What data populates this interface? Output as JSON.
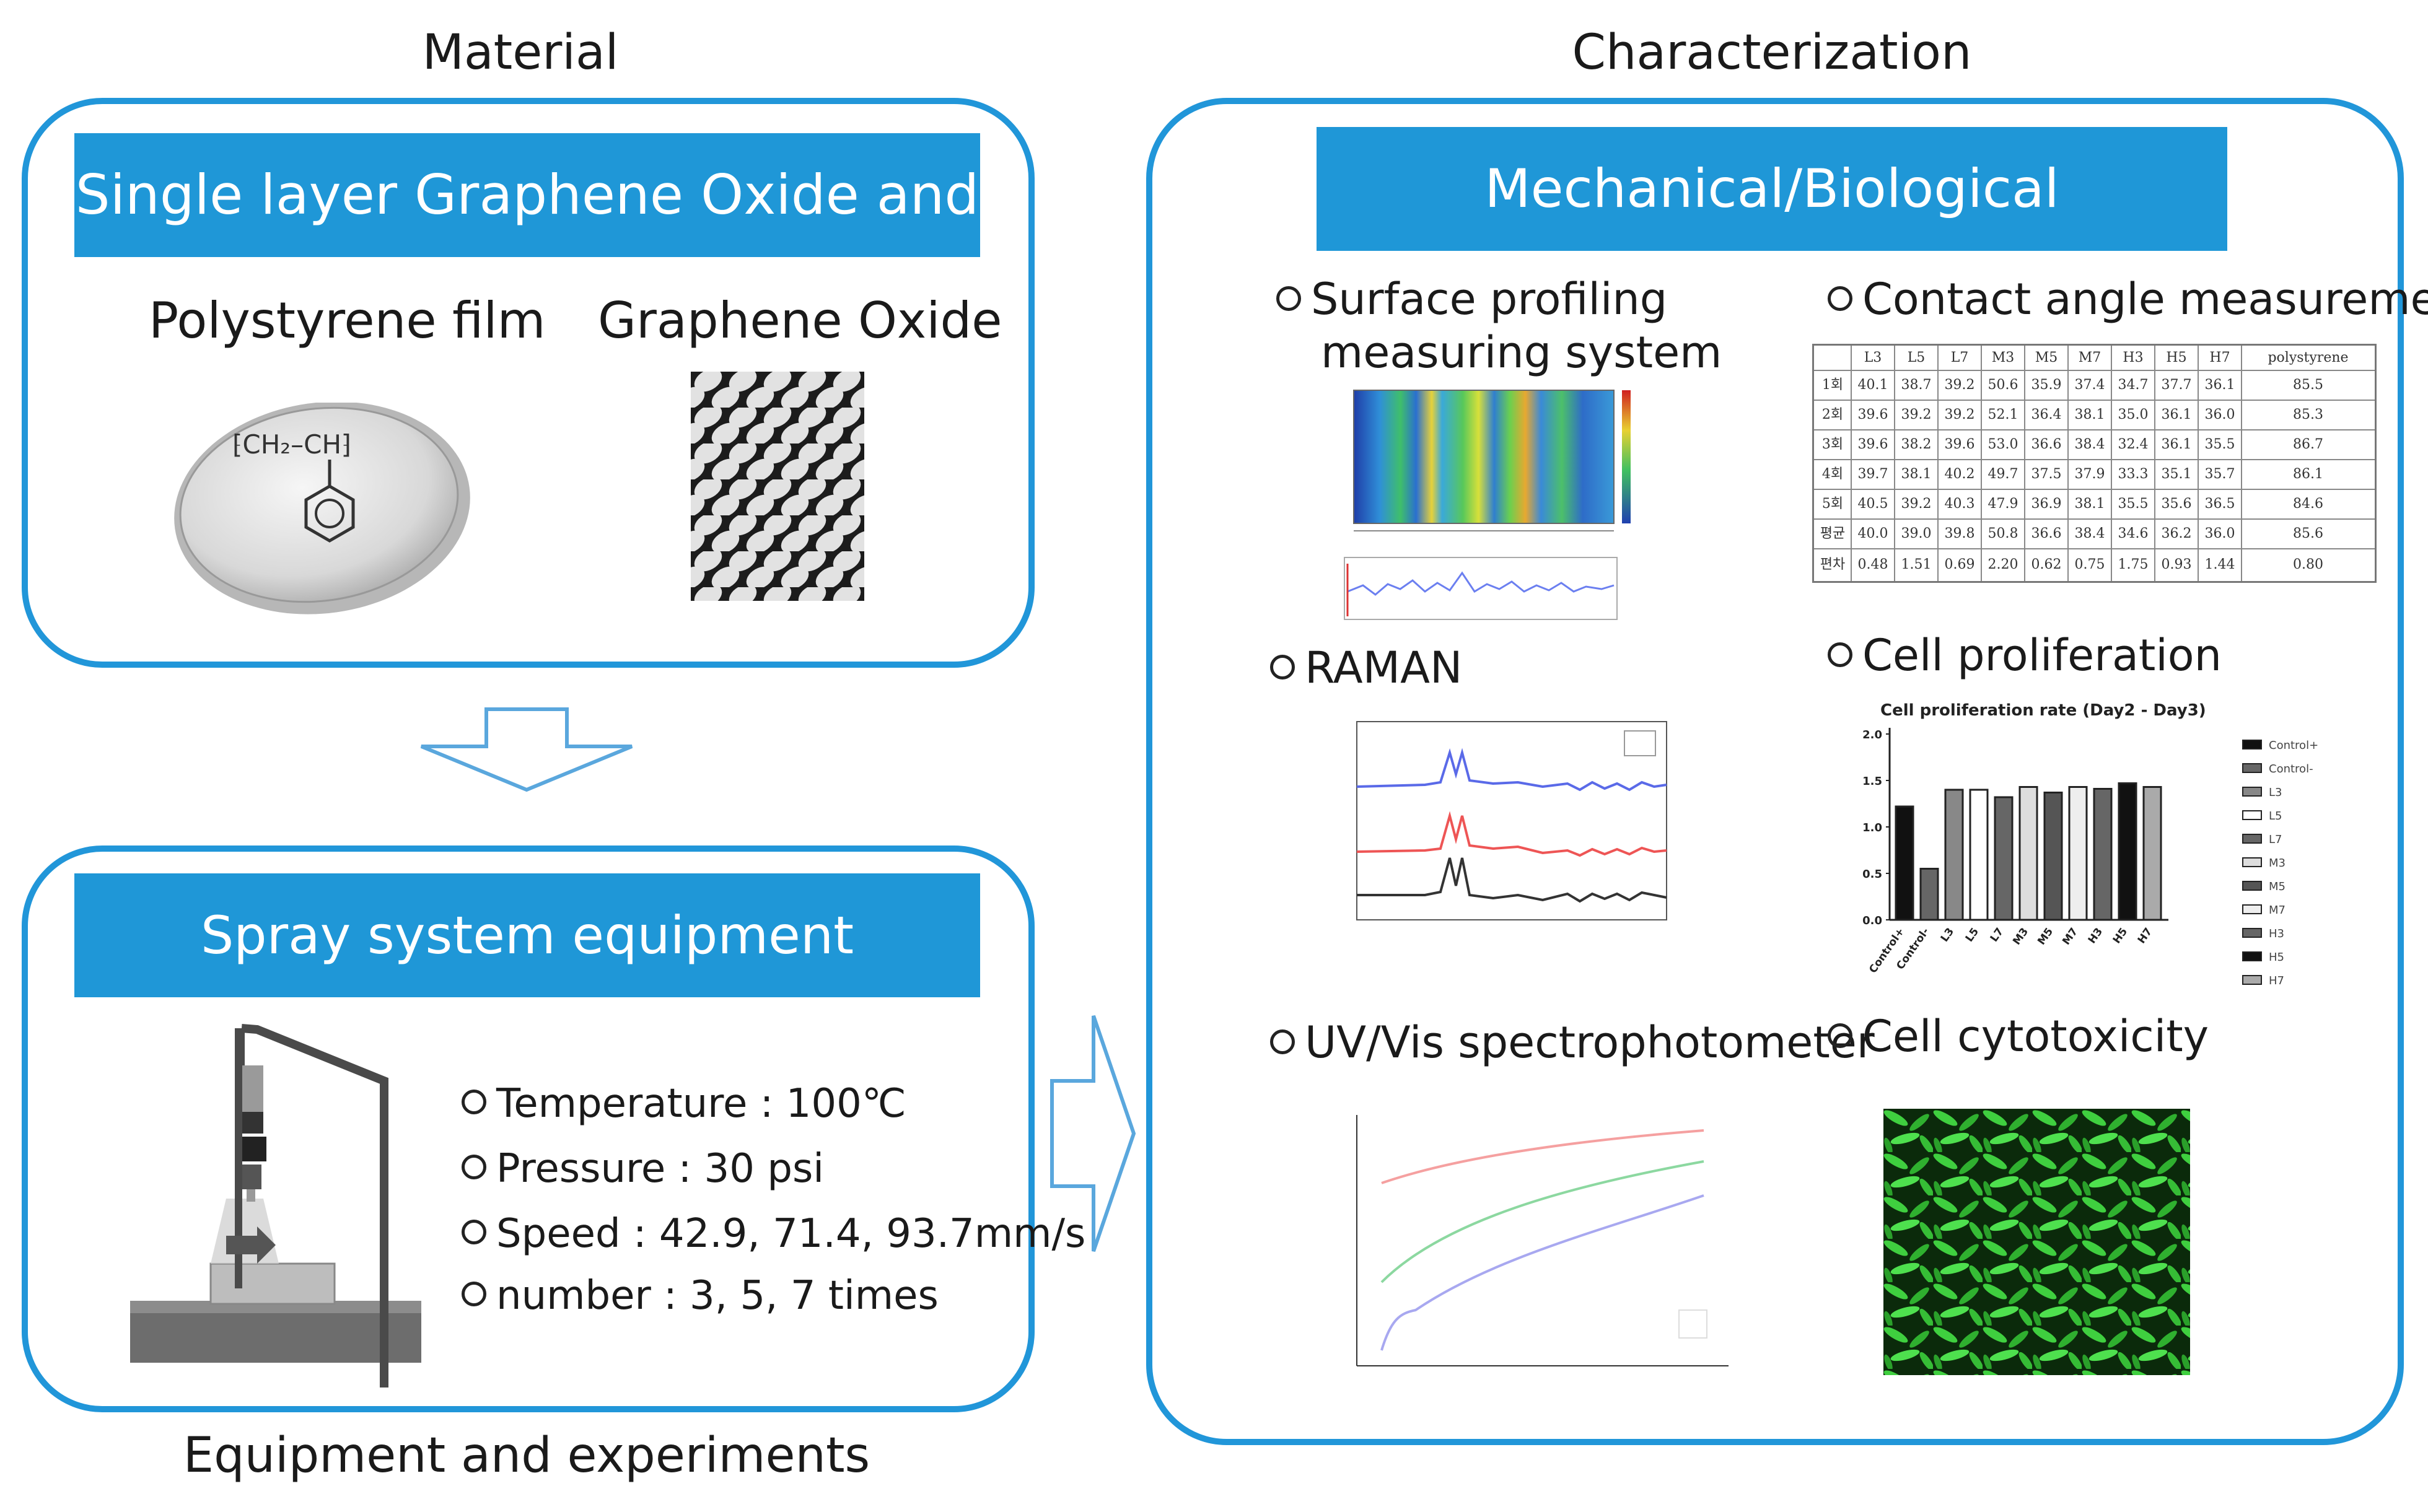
{
  "left": {
    "section_title": "Material",
    "material_banner": "Single layer Graphene Oxide and PS",
    "polystyrene_label": "Polystyrene film",
    "graphene_label": "Graphene Oxide",
    "polymer_formula": "⁅CH₂–CH⁆",
    "spray_banner": "Spray system equipment",
    "specs": [
      "Temperature : 100℃",
      "Pressure : 30 psi",
      "Speed : 42.9, 71.4, 93.7mm/s",
      "number : 3, 5, 7 times"
    ],
    "bottom_caption": "Equipment and experiments"
  },
  "right": {
    "section_title": "Characterization",
    "banner": "Mechanical/Biological characterization",
    "items": {
      "surface_line1": "Surface profiling",
      "surface_line2": "measuring system",
      "contact_angle": "Contact angle measurement",
      "raman": "RAMAN",
      "cell_proliferation": "Cell proliferation",
      "uv_vis": "UV/Vis spectrophotometer",
      "cell_cytotoxicity": "Cell cytotoxicity"
    },
    "contact_table": {
      "headers": [
        "",
        "L3",
        "L5",
        "L7",
        "M3",
        "M5",
        "M7",
        "H3",
        "H5",
        "H7",
        "polystyrene"
      ],
      "rows": [
        [
          "1회",
          "40.1",
          "38.7",
          "39.2",
          "50.6",
          "35.9",
          "37.4",
          "34.7",
          "37.7",
          "36.1",
          "85.5"
        ],
        [
          "2회",
          "39.6",
          "39.2",
          "39.2",
          "52.1",
          "36.4",
          "38.1",
          "35.0",
          "36.1",
          "36.0",
          "85.3"
        ],
        [
          "3회",
          "39.6",
          "38.2",
          "39.6",
          "53.0",
          "36.6",
          "38.4",
          "32.4",
          "36.1",
          "35.5",
          "86.7"
        ],
        [
          "4회",
          "39.7",
          "38.1",
          "40.2",
          "49.7",
          "37.5",
          "37.9",
          "33.3",
          "35.1",
          "35.7",
          "86.1"
        ],
        [
          "5회",
          "40.5",
          "39.2",
          "40.3",
          "47.9",
          "36.9",
          "38.1",
          "35.5",
          "35.6",
          "36.5",
          "84.6"
        ],
        [
          "평균",
          "40.0",
          "39.0",
          "39.8",
          "50.8",
          "36.6",
          "38.4",
          "34.6",
          "36.2",
          "36.0",
          "85.6"
        ],
        [
          "편차",
          "0.48",
          "1.51",
          "0.69",
          "2.20",
          "0.62",
          "0.75",
          "1.75",
          "0.93",
          "1.44",
          "0.80"
        ]
      ]
    },
    "proliferation_chart_title": "Cell proliferation rate (Day2 - Day3)",
    "proliferation_legend": [
      "Control+",
      "Control-",
      "L3",
      "L5",
      "L7",
      "M3",
      "M5",
      "M7",
      "H3",
      "H5",
      "H7"
    ]
  },
  "chart_data": {
    "type": "bar",
    "title": "Cell proliferation rate (Day2 - Day3)",
    "categories": [
      "Control+",
      "Control-",
      "L3",
      "L5",
      "L7",
      "M3",
      "M5",
      "M7",
      "H3",
      "H5",
      "H7"
    ],
    "values": [
      1.22,
      0.55,
      1.4,
      1.4,
      1.32,
      1.43,
      1.37,
      1.43,
      1.41,
      1.47,
      1.43
    ],
    "ylim": [
      0,
      2.0
    ],
    "yticks": [
      "0.0",
      "0.5",
      "1.0",
      "1.5",
      "2.0"
    ],
    "colors": {
      "accent": "#1f97d7",
      "border": "#2196d9"
    }
  }
}
